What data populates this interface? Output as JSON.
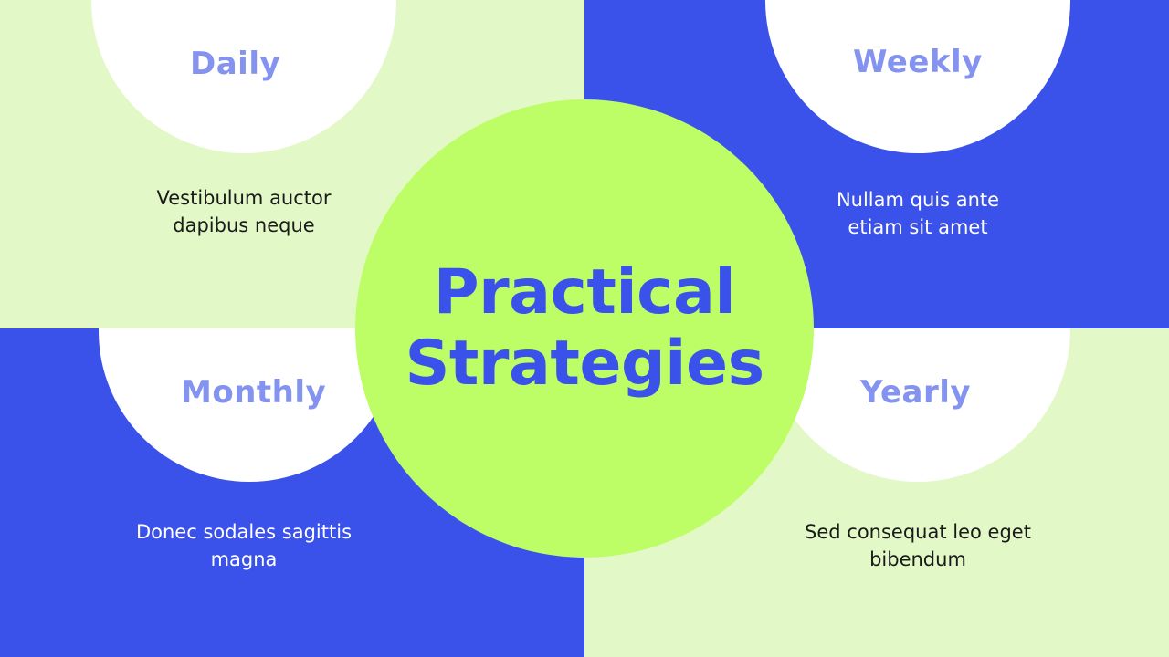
{
  "colors": {
    "blue": "#3a52ea",
    "light_green": "#e2f8c6",
    "lime": "#bdfd66",
    "white": "#ffffff",
    "label_blue": "#8493f0",
    "dark_text": "#1a1a1a",
    "light_text": "#ffffff"
  },
  "center": {
    "title_line1": "Practical",
    "title_line2": "Strategies"
  },
  "quadrants": {
    "daily": {
      "label": "Daily",
      "text_line1": "Vestibulum auctor",
      "text_line2": "dapibus neque"
    },
    "weekly": {
      "label": "Weekly",
      "text_line1": "Nullam quis ante",
      "text_line2": "etiam sit amet"
    },
    "monthly": {
      "label": "Monthly",
      "text_line1": "Donec sodales sagittis",
      "text_line2": "magna"
    },
    "yearly": {
      "label": "Yearly",
      "text_line1": "Sed consequat leo eget",
      "text_line2": "bibendum"
    }
  }
}
